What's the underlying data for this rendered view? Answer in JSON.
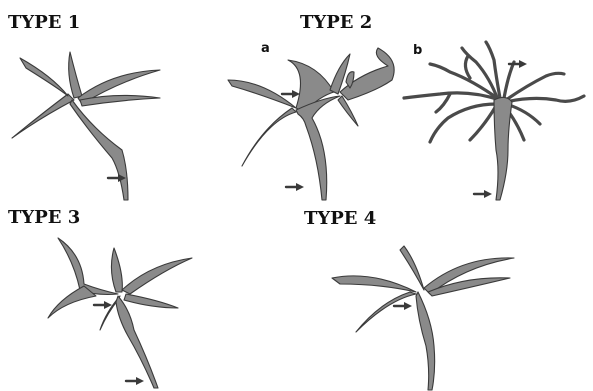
{
  "panels": {
    "type1": {
      "title": "TYPE 1"
    },
    "type2": {
      "title": "TYPE 2",
      "sub_a": "a",
      "sub_b": "b"
    },
    "type3": {
      "title": "TYPE 3"
    },
    "type4": {
      "title": "TYPE 4"
    }
  },
  "colors": {
    "branch_fill": "#8a8a8a",
    "branch_stroke": "#3a3a3a",
    "arrow": "#3a3a3a"
  },
  "icons": {
    "arrow": "right-arrow-icon"
  }
}
